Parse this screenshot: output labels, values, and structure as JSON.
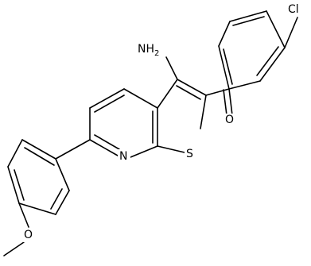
{
  "molecule": {
    "labels": {
      "amine": "NH2",
      "amine_main": "NH",
      "amine_sub": "2",
      "chlorine": "Cl",
      "carbonyl_oxygen": "O",
      "thiophene_sulfur": "S",
      "pyridine_nitrogen": "N",
      "ether_oxygen": "O"
    },
    "colors": {
      "bond": "#000000",
      "text": "#000000",
      "background": "#ffffff"
    }
  }
}
